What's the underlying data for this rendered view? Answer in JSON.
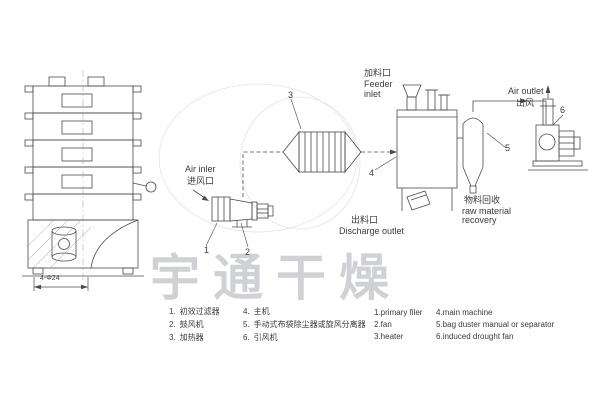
{
  "watermark": "宇通干燥",
  "machine": {
    "dimension": "4-Φ24"
  },
  "flow": {
    "air_inlet": {
      "en": "Air inler",
      "cn": "进风口"
    },
    "feeder": {
      "cn": "加料口",
      "en1": "Feeder",
      "en2": "inlet"
    },
    "air_outlet": {
      "en": "Air outlet",
      "cn": "出风"
    },
    "discharge": {
      "cn": "出料口",
      "en": "Discharge outlet"
    },
    "recovery": {
      "cn": "物料回收",
      "en1": "raw material",
      "en2": "recovery"
    },
    "callouts": [
      "1",
      "2",
      "3",
      "4",
      "5",
      "6"
    ]
  },
  "legend": {
    "cn": [
      {
        "num": "1.",
        "label": "初效过滤器"
      },
      {
        "num": "2.",
        "label": "鼓风机"
      },
      {
        "num": "3.",
        "label": "加热器"
      },
      {
        "num": "4.",
        "label": "主机"
      },
      {
        "num": "5.",
        "label": "手动式布袋除尘器或旋风分离器"
      },
      {
        "num": "6.",
        "label": "引风机"
      }
    ],
    "en": [
      "1.primary filer",
      "2.fan",
      "3.heater",
      "4.main machine",
      "5.bag duster manual or separator",
      "6.induced drought fan"
    ]
  }
}
